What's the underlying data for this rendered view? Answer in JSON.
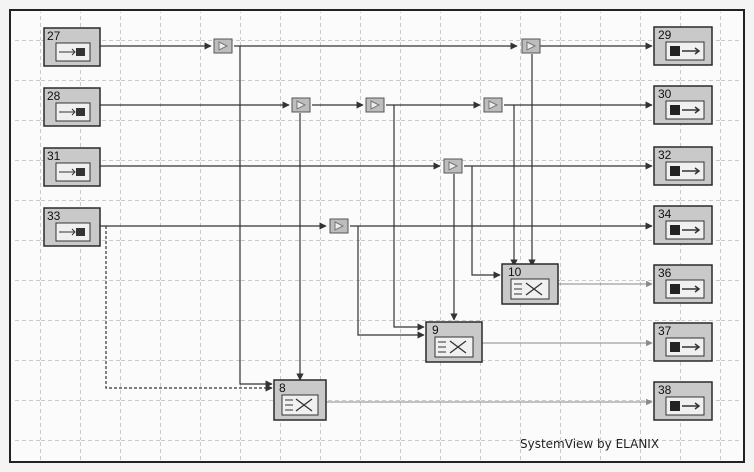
{
  "app": {
    "title": "SystemView block diagram",
    "watermark": "SystemView by ELANIX"
  },
  "colors": {
    "canvas_bg": "#fbfbfb",
    "grid": "#9a9a9a",
    "frame": "#222222",
    "block_face": "#c9c9c9",
    "block_border": "#2b2b2b",
    "wire": "#333333",
    "wire_light": "#8a8a8a",
    "node_fill": "#bdbdbd"
  },
  "icons": {
    "source": "source-token-icon",
    "sink": "sink-token-icon",
    "summer": "summer-token-icon",
    "node": "junction-node-icon"
  },
  "blocks": {
    "sources": [
      {
        "id": "27",
        "label": "27"
      },
      {
        "id": "28",
        "label": "28"
      },
      {
        "id": "31",
        "label": "31"
      },
      {
        "id": "33",
        "label": "33"
      }
    ],
    "sinks": [
      {
        "id": "29",
        "label": "29"
      },
      {
        "id": "30",
        "label": "30"
      },
      {
        "id": "32",
        "label": "32"
      },
      {
        "id": "34",
        "label": "34"
      },
      {
        "id": "36",
        "label": "36"
      },
      {
        "id": "37",
        "label": "37"
      },
      {
        "id": "38",
        "label": "38"
      }
    ],
    "summers": [
      {
        "id": "8",
        "label": "8"
      },
      {
        "id": "9",
        "label": "9"
      },
      {
        "id": "10",
        "label": "10"
      }
    ]
  }
}
